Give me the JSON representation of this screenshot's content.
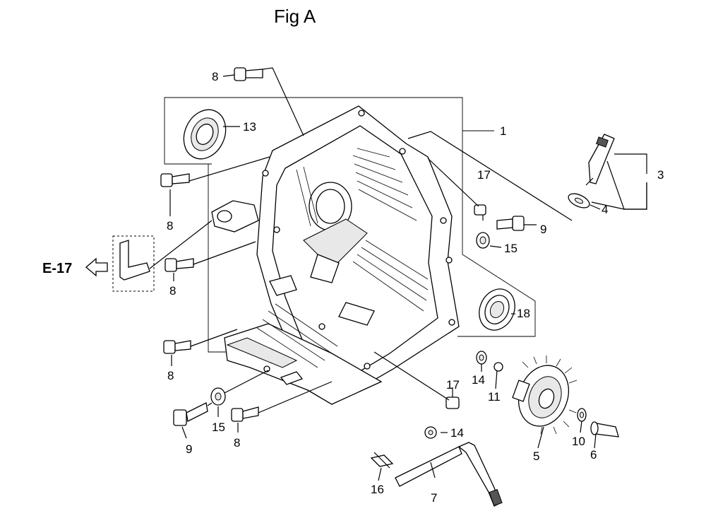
{
  "title": "Fig A",
  "reference": {
    "label": "E-17"
  },
  "callouts": {
    "c1": "1",
    "c3": "3",
    "c4": "4",
    "c5": "5",
    "c6": "6",
    "c7": "7",
    "c8a": "8",
    "c8b": "8",
    "c8c": "8",
    "c8d": "8",
    "c8e": "8",
    "c9a": "9",
    "c9b": "9",
    "c10": "10",
    "c11": "11",
    "c13": "13",
    "c14a": "14",
    "c14b": "14",
    "c15a": "15",
    "c15b": "15",
    "c16": "16",
    "c17a": "17",
    "c17b": "17",
    "c18": "18"
  }
}
